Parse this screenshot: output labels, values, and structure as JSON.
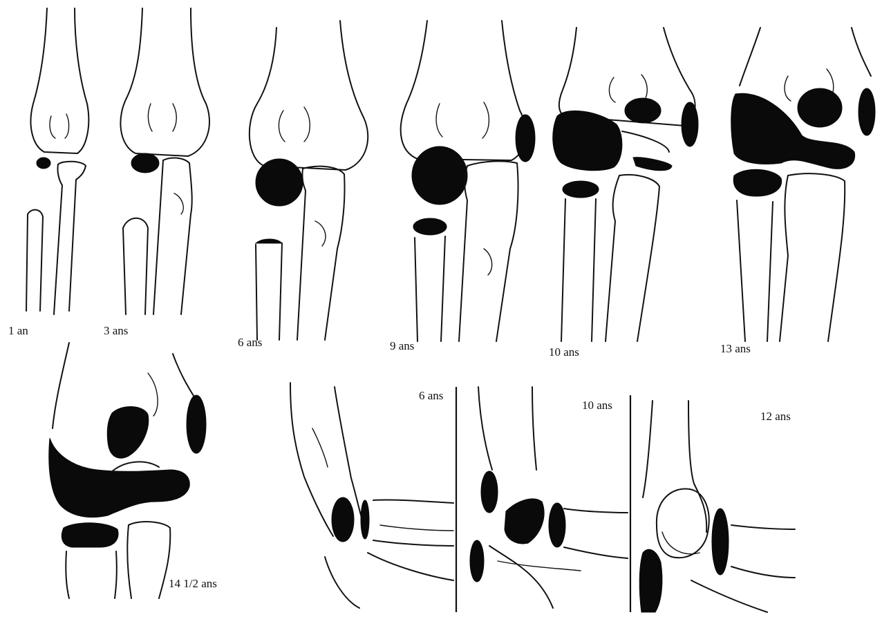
{
  "figure": {
    "front_view_labels": [
      "1 an",
      "3 ans",
      "6 ans",
      "9 ans",
      "10 ans",
      "13 ans",
      "14 1/2 ans"
    ],
    "lateral_view_labels": [
      "6 ans",
      "10 ans",
      "12 ans"
    ]
  },
  "colors": {
    "ossification_center": "#0a0a0a",
    "outline": "#111111",
    "background": "#ffffff"
  }
}
